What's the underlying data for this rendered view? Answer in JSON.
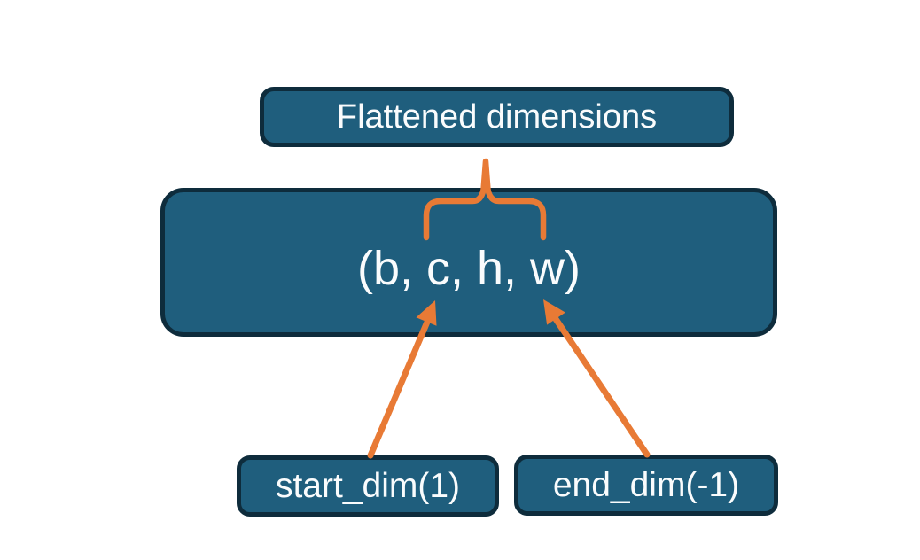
{
  "diagram": {
    "nodes": {
      "flattened": {
        "label": "Flattened dimensions"
      },
      "tensor": {
        "label": "(b, c, h, w)"
      },
      "start_dim": {
        "label": "start_dim(1)"
      },
      "end_dim": {
        "label": "end_dim(-1)"
      }
    },
    "colors": {
      "node_fill": "#1F5E7D",
      "node_border": "#0E2C3C",
      "connector_orange": "#E87A35",
      "label_text": "#FAFCFD",
      "background": "#FFFFFF"
    }
  }
}
